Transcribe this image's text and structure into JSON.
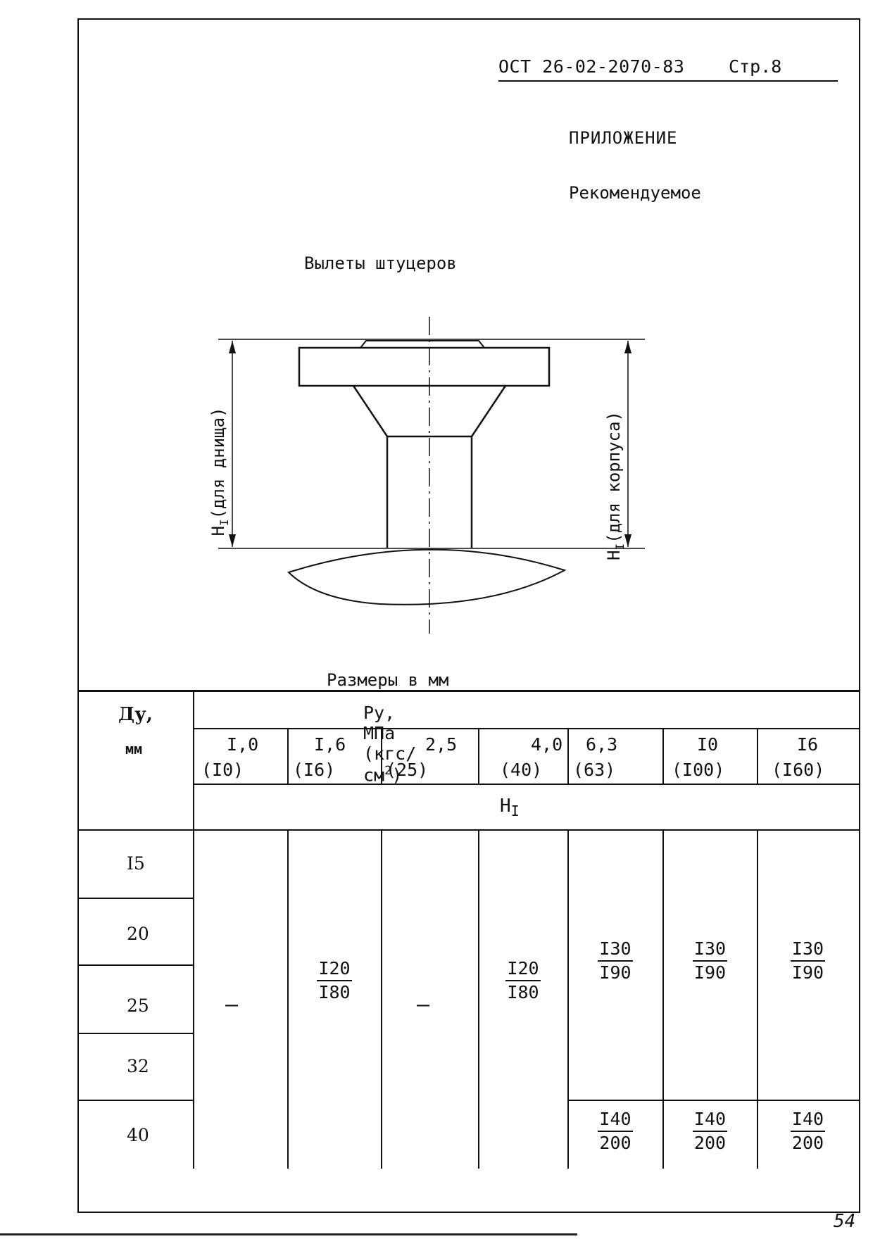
{
  "header": {
    "doc_code": "ОСТ 26-02-2070-83",
    "page": "Стр.8"
  },
  "appendix": {
    "label": "ПРИЛОЖЕНИЕ",
    "status": "Рекомендуемое"
  },
  "subject": "Вылеты штуцеров",
  "drawing": {
    "left_label": "H",
    "left_sub": "I",
    "left_text": "(для днища)",
    "right_label": "H",
    "right_sub": "I",
    "right_text": "(для корпуса)"
  },
  "dims_note": "Размеры в мм",
  "table": {
    "du_label": "Ду,",
    "du_unit": "мм",
    "py_label_main": "Ру, МПа (кгс/см",
    "py_label_sup": "2",
    "py_label_end": ")",
    "pressures": [
      {
        "mpa": "I,0",
        "kgs": "(I0)"
      },
      {
        "mpa": "I,6",
        "kgs": "(I6)"
      },
      {
        "mpa": "2,5",
        "kgs": "(25)"
      },
      {
        "mpa": "4,0",
        "kgs": "(40)"
      },
      {
        "mpa": "6,3",
        "kgs": "(63)"
      },
      {
        "mpa": "I0",
        "kgs": "(I00)"
      },
      {
        "mpa": "I6",
        "kgs": "(I60)"
      }
    ],
    "h_label": "H",
    "h_sub": "I",
    "du_values": [
      "I5",
      "20",
      "25",
      "32",
      "40"
    ],
    "dash": "—",
    "frac_120_180": {
      "num": "I20",
      "den": "I80"
    },
    "frac_130_190": {
      "num": "I30",
      "den": "I90"
    },
    "frac_140_200": {
      "num": "I40",
      "den": "200"
    }
  },
  "page_number": "54"
}
